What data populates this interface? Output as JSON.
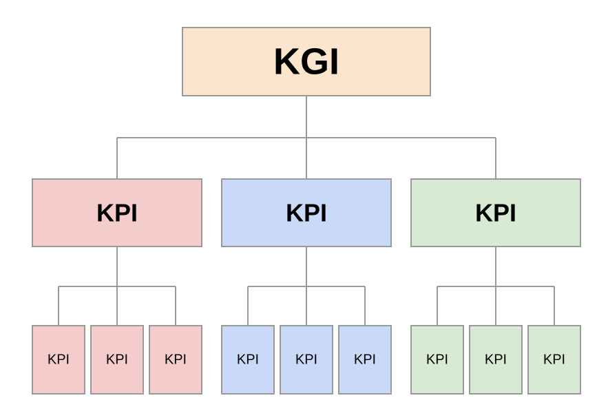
{
  "diagram": {
    "root": {
      "label": "KGI",
      "fill": "#fce5cd"
    },
    "groups": [
      {
        "label": "KPI",
        "fill": "#f4cccc",
        "children": [
          {
            "label": "KPI"
          },
          {
            "label": "KPI"
          },
          {
            "label": "KPI"
          }
        ]
      },
      {
        "label": "KPI",
        "fill": "#c9daf8",
        "children": [
          {
            "label": "KPI"
          },
          {
            "label": "KPI"
          },
          {
            "label": "KPI"
          }
        ]
      },
      {
        "label": "KPI",
        "fill": "#d9ead3",
        "children": [
          {
            "label": "KPI"
          },
          {
            "label": "KPI"
          },
          {
            "label": "KPI"
          }
        ]
      }
    ],
    "connector_color": "#999999",
    "border_color": "#999999"
  }
}
